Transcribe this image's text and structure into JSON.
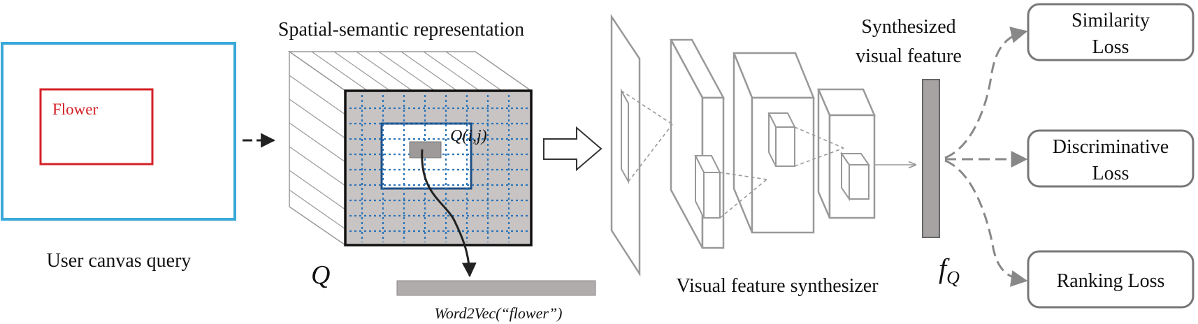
{
  "canvas": {
    "caption": "User canvas query",
    "box_label": "Flower",
    "border_color": "#3aa8d8",
    "box_color": "#d42026"
  },
  "representation": {
    "title": "Spatial-semantic representation",
    "symbol": "Q",
    "cell_label": "Q(i,j)",
    "word_vector_label": "Word2Vec(“flower”)",
    "grid_color": "#2b74b8",
    "fill_color": "#c8c4c4"
  },
  "synthesizer": {
    "caption": "Visual feature synthesizer"
  },
  "feature": {
    "title_line1": "Synthesized",
    "title_line2": "visual feature",
    "symbol": "f",
    "symbol_sub": "Q",
    "bar_color": "#a7a3a3"
  },
  "losses": [
    {
      "line1": "Similarity",
      "line2": "Loss"
    },
    {
      "line1": "Discriminative",
      "line2": "Loss"
    },
    {
      "line1": "Ranking Loss",
      "line2": ""
    }
  ],
  "icons": {
    "flow_arrow": "dashed-right-arrow",
    "hollow_arrow": "hollow-right-arrow"
  }
}
